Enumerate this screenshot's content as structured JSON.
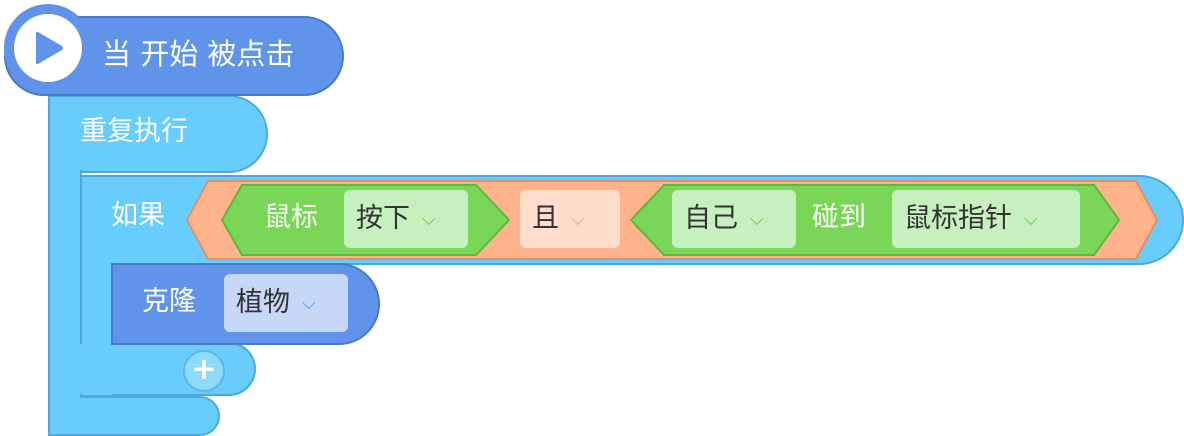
{
  "hat": {
    "label": "当 开始 被点击",
    "icon": "play-icon"
  },
  "forever": {
    "label": "重复执行"
  },
  "if_block": {
    "label": "如果",
    "mouse": {
      "label": "鼠标",
      "dropdown": "按下"
    },
    "operator": "且",
    "touching": {
      "target": "自己",
      "label": "碰到",
      "object": "鼠标指针"
    }
  },
  "clone": {
    "label": "克隆",
    "dropdown": "植物"
  },
  "add_button": {
    "label": "+"
  },
  "colors": {
    "event_blue": "#5f94ea",
    "control_cyan": "#68ccfd",
    "operator_orange": "#ffb38a",
    "sensing_green": "#7ad657"
  }
}
